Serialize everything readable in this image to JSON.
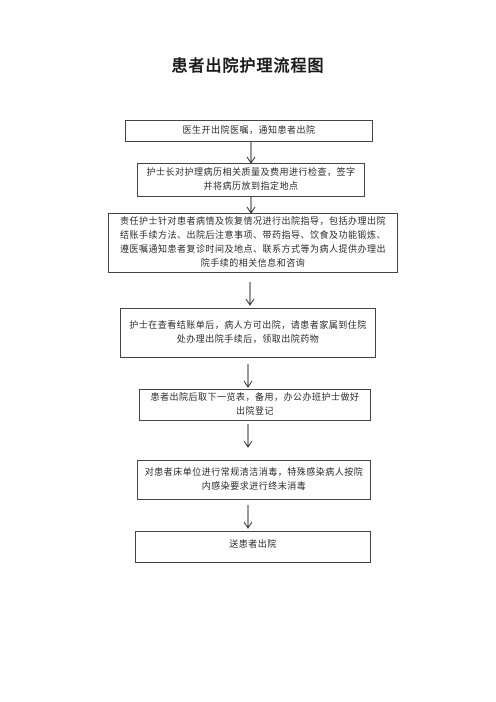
{
  "title": "患者出院护理流程图",
  "steps": [
    {
      "text": "医生开出院医嘱，通知患者出院"
    },
    {
      "text": "护士长对护理病历相关质量及费用进行检查，签字并将病历放到指定地点"
    },
    {
      "text": "责任护士针对患者病情及恢复情况进行出院指导，包括办理出院结账手续方法、出院后注意事项、带药指导、饮食及功能锻炼、遵医嘱通知患者复诊时间及地点、联系方式等为病人提供办理出院手续的相关信息和咨询"
    },
    {
      "text": "护士在查看结账单后，病人方可出院，请患者家属到住院处办理出院手续后，领取出院药物"
    },
    {
      "text": "患者出院后取下一览表，备用，办公办班护士做好出院登记"
    },
    {
      "text": "对患者床单位进行常规清洁消毒，特殊感染病人按院内感染要求进行终末消毒"
    },
    {
      "text": "送患者出院"
    }
  ]
}
